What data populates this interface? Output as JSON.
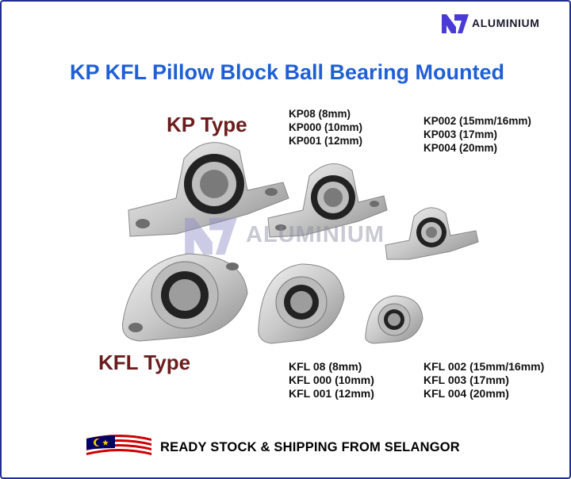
{
  "brand": {
    "logo_text": "ALUMINIUM",
    "watermark_text": "ALUMINIUM",
    "color": "#4b3bd6"
  },
  "title": "KP KFL Pillow Block Ball Bearing Mounted",
  "kp": {
    "type_label": "KP Type",
    "col1": [
      "KP08 (8mm)",
      "KP000 (10mm)",
      "KP001 (12mm)"
    ],
    "col2": [
      "KP002 (15mm/16mm)",
      "KP003 (17mm)",
      "KP004 (20mm)"
    ]
  },
  "kfl": {
    "type_label": "KFL Type",
    "col1": [
      "KFL 08 (8mm)",
      "KFL 000 (10mm)",
      "KFL 001 (12mm)"
    ],
    "col2": [
      "KFL 002 (15mm/16mm)",
      "KFL 003 (17mm)",
      "KFL 004 (20mm)"
    ]
  },
  "footer": {
    "text": "READY STOCK & SHIPPING FROM SELANGOR",
    "flag_icon": "malaysia-flag-icon"
  },
  "colors": {
    "title": "#1f5fd6",
    "type_label": "#6b1d1d",
    "border": "#1f2f8f"
  }
}
